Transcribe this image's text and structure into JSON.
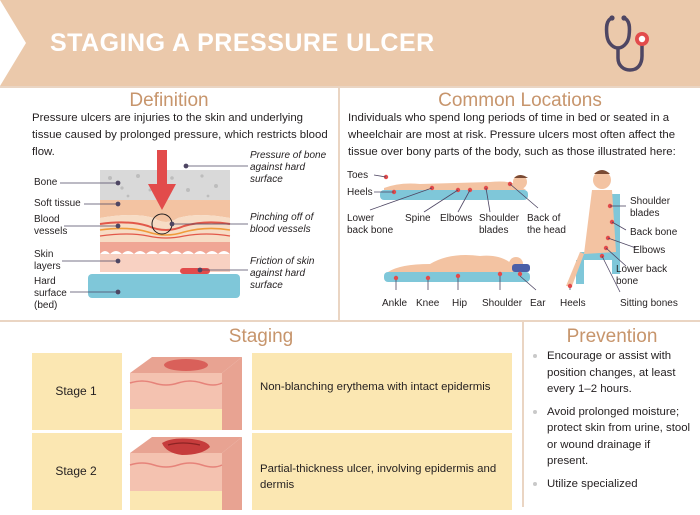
{
  "header": {
    "title": "STAGING A PRESSURE ULCER"
  },
  "definition": {
    "title": "Definition",
    "text": "Pressure ulcers are injuries to the skin and underlying tissue caused by prolonged pressure, which restricts blood flow.",
    "labels": {
      "bone": "Bone",
      "soft_tissue": "Soft tissue",
      "blood_vessels_1": "Blood",
      "blood_vessels_2": "vessels",
      "skin_layers_1": "Skin",
      "skin_layers_2": "layers",
      "hard_surface_1": "Hard",
      "hard_surface_2": "surface",
      "hard_surface_3": "(bed)",
      "pressure_1": "Pressure of bone",
      "pressure_2": "against hard",
      "pressure_3": "surface",
      "pinching_1": "Pinching off of",
      "pinching_2": "blood vessels",
      "friction_1": "Friction of skin",
      "friction_2": "against hard",
      "friction_3": "surface"
    }
  },
  "locations": {
    "title": "Common Locations",
    "text": "Individuals who spend long periods of time in bed or seated in a wheelchair are most at risk. Pressure ulcers most often affect the tissue over bony parts of the body, such as those illustrated here:",
    "labels": {
      "toes": "Toes",
      "heels": "Heels",
      "lower_back_1": "Lower",
      "lower_back_2": "back bone",
      "spine": "Spine",
      "elbows": "Elbows",
      "shoulder_blades_1": "Shoulder",
      "shoulder_blades_2": "blades",
      "back_head_1": "Back of",
      "back_head_2": "the head",
      "ankle": "Ankle",
      "knee": "Knee",
      "hip": "Hip",
      "shoulder": "Shoulder",
      "ear": "Ear",
      "heels2": "Heels",
      "sitting_bones": "Sitting bones",
      "w_shoulder_1": "Shoulder",
      "w_shoulder_2": "blades",
      "w_back_bone": "Back bone",
      "w_elbows": "Elbows",
      "w_lower_back_1": "Lower back",
      "w_lower_back_2": "bone"
    }
  },
  "staging": {
    "title": "Staging",
    "rows": [
      {
        "stage": "Stage 1",
        "desc": "Non-blanching erythema with intact epidermis"
      },
      {
        "stage": "Stage 2",
        "desc": "Partial-thickness ulcer, involving epidermis and dermis"
      }
    ]
  },
  "prevention": {
    "title": "Prevention",
    "items": [
      "Encourage or assist with position changes, at least every 1–2 hours.",
      "Avoid prolonged moisture; protect skin from urine, stool or wound drainage if present.",
      "Utilize specialized"
    ]
  },
  "colors": {
    "accent": "#c7956c",
    "header_bg": "#ebc9ab",
    "marker": "#e24b4b",
    "stage_bg": "#fbe7b2"
  }
}
